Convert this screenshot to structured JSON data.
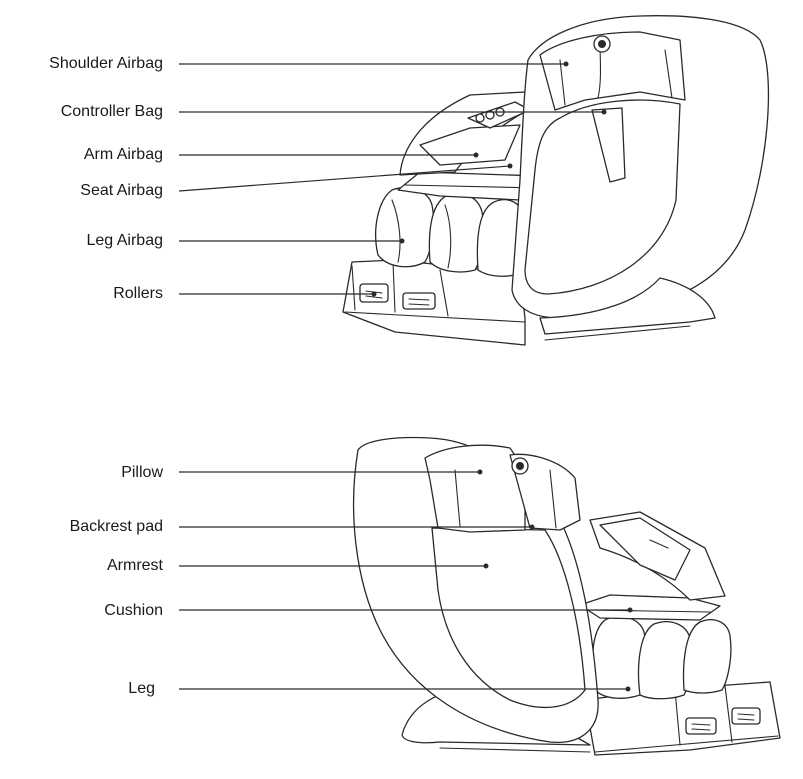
{
  "top_figure": {
    "labels": [
      "Shoulder Airbag",
      "Controller Bag",
      "Arm Airbag",
      "Seat Airbag",
      "Leg Airbag",
      "Rollers"
    ]
  },
  "bottom_figure": {
    "labels": [
      "Pillow",
      "Backrest pad",
      "Armrest",
      "Cushion",
      "Leg"
    ]
  }
}
